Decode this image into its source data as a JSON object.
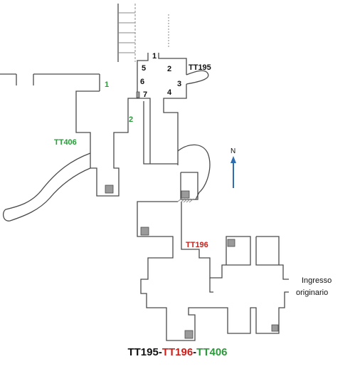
{
  "labels": {
    "tomb_tt195": "TT195",
    "tomb_tt196": "TT196",
    "tomb_tt406": "TT406",
    "entrance_line1": "Ingresso",
    "entrance_line2": "originario",
    "north": "N"
  },
  "room_numbers": [
    "1",
    "2",
    "3",
    "4",
    "5",
    "6",
    "7"
  ],
  "tt406_numbers": [
    "1",
    "2"
  ],
  "title": {
    "part1": "TT195",
    "sep1": "-",
    "part2": "TT196",
    "sep2": "-",
    "part3": "TT406"
  },
  "colors": {
    "tt195": "#111111",
    "tt196": "#cc1f1a",
    "tt406": "#2a9a3a",
    "north_arrow": "#2e6db0",
    "walls": "#4a4a4a",
    "shaft_fill": "#9a9a9a"
  }
}
